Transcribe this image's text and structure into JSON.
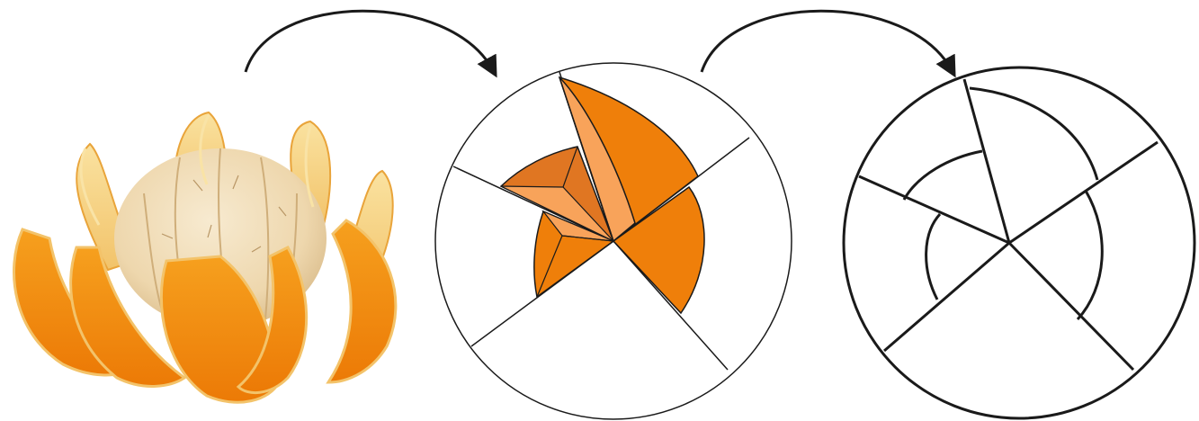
{
  "figure": {
    "panels": [
      "peeled-orange-photo",
      "folded-peel-diagram",
      "peel-outline-diagram"
    ],
    "arrows": 2
  },
  "colors": {
    "peel_orange": "#ef7f0a",
    "peel_orange_dark": "#e07622",
    "peel_orange_light": "#f8a35a",
    "pith_cream": "#efd9b0",
    "pith_shadow": "#d9bd8f",
    "peel_yellow_edge": "#f6d27a",
    "outline": "#1a1a1a",
    "background": "#ffffff"
  }
}
